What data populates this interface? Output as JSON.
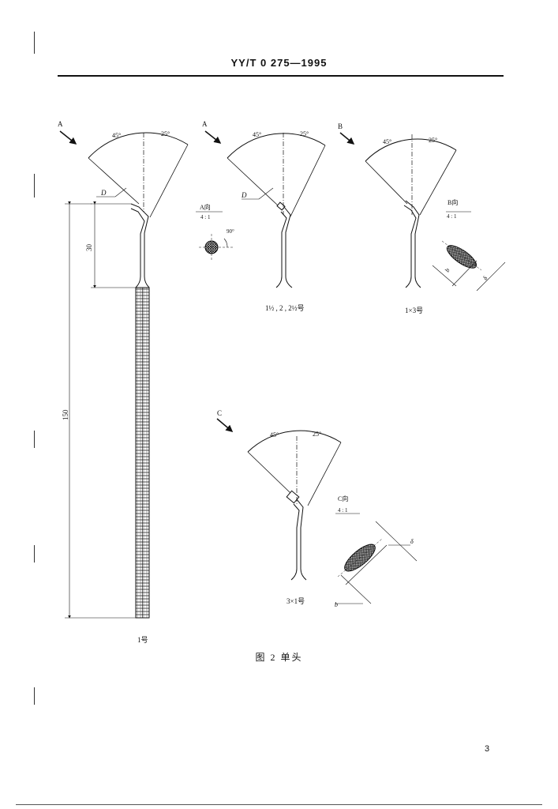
{
  "header": {
    "standard_code": "YY/T 0 275—1995"
  },
  "figure": {
    "caption": "图 2   单头",
    "views": {
      "view_a_1": {
        "view_letter": "A",
        "angle_left": "45°",
        "angle_right": "25°",
        "dim_d": "D",
        "dim_30": "30",
        "dim_150": "150",
        "model": "1号"
      },
      "view_a_2": {
        "view_letter": "A",
        "angle_left": "45°",
        "angle_right": "25°",
        "dim_d": "D",
        "model": "1½ , 2 , 2½号",
        "section_title": "A向",
        "section_scale": "4 : 1",
        "section_angle": "90°"
      },
      "view_b": {
        "view_letter": "B",
        "angle_left": "45°",
        "angle_right": "25°",
        "model": "1×3号",
        "section_title": "B向",
        "section_scale": "4 : 1",
        "dim_b": "b",
        "dim_delta": "δ"
      },
      "view_c": {
        "view_letter": "C",
        "angle_left": "45°",
        "angle_right": "25°",
        "model": "3×1号",
        "section_title": "C向",
        "section_scale": "4 : 1",
        "dim_b": "b",
        "dim_delta": "δ"
      }
    }
  },
  "page_number": "3"
}
